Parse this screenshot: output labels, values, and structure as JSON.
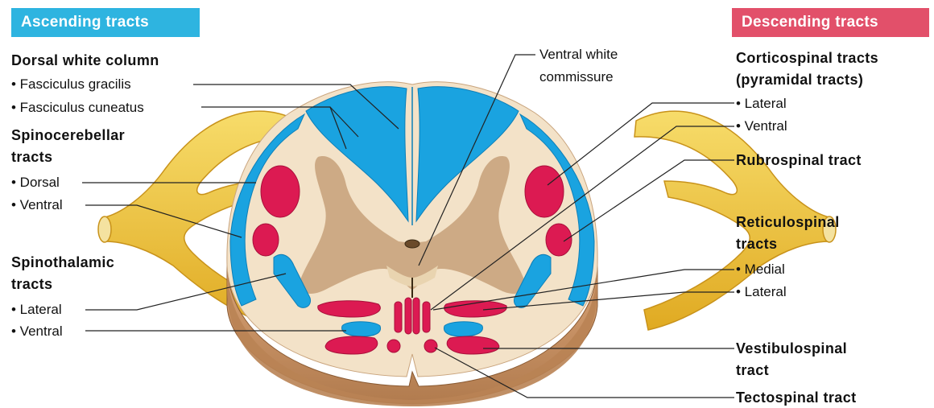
{
  "colors": {
    "ascending": "#2eb4e0",
    "descending": "#e2506a",
    "ascending_tract_fill": "#1aa3e0",
    "descending_tract_fill": "#dc1a52",
    "white_matter": "#f3e2c8",
    "gray_matter": "#c9a47d",
    "nerve_root": "#f0c73a"
  },
  "ascending": {
    "badge": "Ascending tracts",
    "dorsal_white_column": {
      "heading": "Dorsal white column",
      "items": [
        "• Fasciculus  gracilis",
        "• Fasciculus  cuneatus"
      ]
    },
    "spinocerebellar": {
      "heading_line1": "Spinocerebellar",
      "heading_line2": "tracts",
      "items": [
        "• Dorsal",
        "• Ventral"
      ]
    },
    "spinothalamic": {
      "heading_line1": "Spinothalamic",
      "heading_line2": "tracts",
      "items": [
        "• Lateral",
        "• Ventral"
      ]
    }
  },
  "center": {
    "ventral_white_commissure_line1": "Ventral white",
    "ventral_white_commissure_line2": "commissure"
  },
  "descending": {
    "badge": "Descending tracts",
    "corticospinal": {
      "heading_line1": "Corticospinal tracts",
      "heading_line2": "(pyramidal tracts)",
      "items": [
        "• Lateral",
        "• Ventral"
      ]
    },
    "rubrospinal": "Rubrospinal tract",
    "reticulospinal": {
      "heading_line1": "Reticulospinal",
      "heading_line2": "tracts",
      "items": [
        "• Medial",
        "• Lateral"
      ]
    },
    "vestibulospinal_line1": "Vestibulospinal",
    "vestibulospinal_line2": "tract",
    "tectospinal": "Tectospinal tract"
  }
}
